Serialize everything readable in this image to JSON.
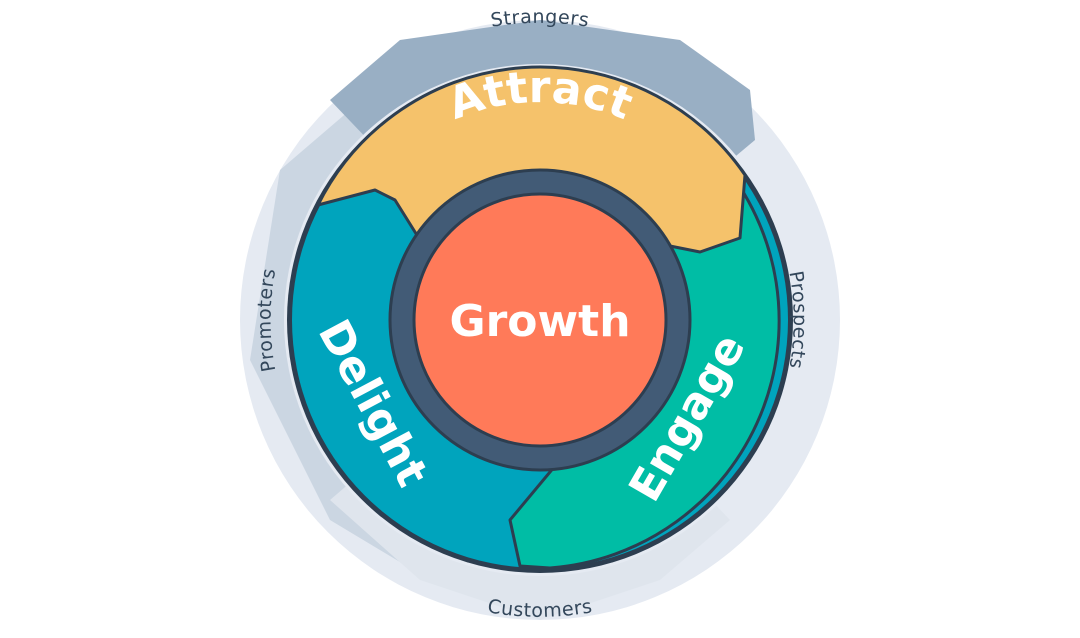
{
  "center": {
    "label": "Growth",
    "color": "#ff7a59",
    "ring_color": "#425b76"
  },
  "stages": [
    {
      "label": "Attract",
      "color": "#f5c26b"
    },
    {
      "label": "Engage",
      "color": "#00bda5"
    },
    {
      "label": "Delight",
      "color": "#00a4bd"
    }
  ],
  "outer_labels": {
    "strangers": "Strangers",
    "prospects": "Prospects",
    "customers": "Customers",
    "promoters": "Promoters"
  },
  "colors": {
    "outline": "#2d3e50",
    "outer_ring_light": "#e5eaf2",
    "outer_ring_mid": "#cbd6e2",
    "outer_ring_dark": "#99afc4"
  }
}
